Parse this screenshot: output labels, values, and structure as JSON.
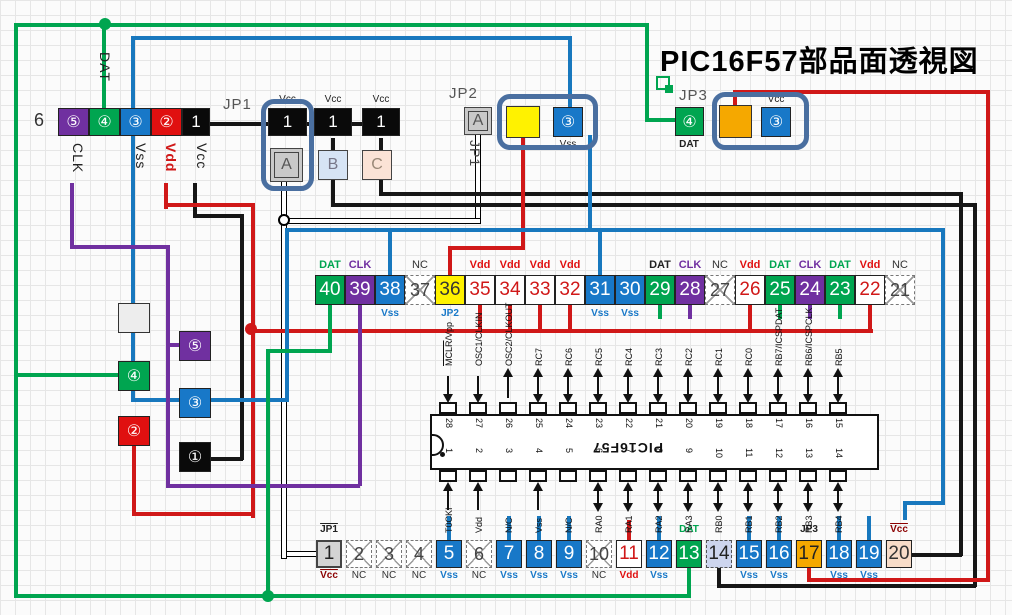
{
  "title": "PIC16F57部品面透視図",
  "connector": {
    "index_label": "6",
    "dat_label": "DAT",
    "pins": [
      {
        "num": "⑤",
        "color": "purple",
        "signal": "CLK"
      },
      {
        "num": "④",
        "color": "green",
        "signal": "DAT"
      },
      {
        "num": "③",
        "color": "blue",
        "signal": "Vss"
      },
      {
        "num": "②",
        "color": "red",
        "signal": "Vdd"
      },
      {
        "num": "1",
        "color": "black",
        "signal": "Vcc"
      }
    ]
  },
  "jp1": {
    "label": "JP1",
    "vcc_labels": [
      "Vcc",
      "Vcc",
      "Vcc"
    ],
    "pin_boxes": [
      "1",
      "1",
      "1"
    ],
    "option_boxes": [
      {
        "label": "A"
      },
      {
        "label": "B"
      },
      {
        "label": "C"
      }
    ]
  },
  "jp2": {
    "label": "JP2",
    "a_box": "A",
    "side_label": "JP1",
    "blue_pin": "③",
    "vss_label": "Vss"
  },
  "jp3": {
    "label": "JP3",
    "green_pin": "④",
    "dat_label": "DAT",
    "blue_pin": "③",
    "vcc_label": "Vcc"
  },
  "left_column": {
    "boxes": [
      {
        "num": "⑤",
        "color": "purple"
      },
      {
        "num": "④",
        "color": "green"
      },
      {
        "num": "③",
        "color": "blue"
      },
      {
        "num": "②",
        "color": "red"
      },
      {
        "num": "①",
        "color": "black"
      }
    ]
  },
  "top_row": {
    "pins": [
      {
        "num": "40",
        "color": "green",
        "top": "DAT",
        "top_color": "green"
      },
      {
        "num": "39",
        "color": "purple",
        "top": "CLK",
        "top_color": "purple"
      },
      {
        "num": "38",
        "color": "blue",
        "bottom": "Vss",
        "bottom_color": "blue"
      },
      {
        "num": "37",
        "color": "nc",
        "top": "NC",
        "top_color": "nc"
      },
      {
        "num": "36",
        "color": "yellow",
        "bottom": "JP2",
        "bottom_color": "blue"
      },
      {
        "num": "35",
        "color": "vdd",
        "top": "Vdd",
        "top_color": "red"
      },
      {
        "num": "34",
        "color": "vdd",
        "top": "Vdd",
        "top_color": "red"
      },
      {
        "num": "33",
        "color": "vdd",
        "top": "Vdd",
        "top_color": "red"
      },
      {
        "num": "32",
        "color": "vdd",
        "top": "Vdd",
        "top_color": "red"
      },
      {
        "num": "31",
        "color": "blue",
        "bottom": "Vss",
        "bottom_color": "blue"
      },
      {
        "num": "30",
        "color": "blue",
        "bottom": "Vss",
        "bottom_color": "blue"
      },
      {
        "num": "29",
        "color": "green",
        "top": "DAT",
        "top_color": "black"
      },
      {
        "num": "28",
        "color": "purple",
        "top": "CLK",
        "top_color": "purple"
      },
      {
        "num": "27",
        "color": "nc",
        "top": "NC",
        "top_color": "nc"
      },
      {
        "num": "26",
        "color": "vdd",
        "top": "Vdd",
        "top_color": "red"
      },
      {
        "num": "25",
        "color": "green",
        "top": "DAT",
        "top_color": "green"
      },
      {
        "num": "24",
        "color": "purple",
        "top": "CLK",
        "top_color": "purple"
      },
      {
        "num": "23",
        "color": "green",
        "top": "DAT",
        "top_color": "green"
      },
      {
        "num": "22",
        "color": "vdd",
        "top": "Vdd",
        "top_color": "red"
      },
      {
        "num": "21",
        "color": "nc",
        "top": "NC",
        "top_color": "nc"
      }
    ]
  },
  "bottom_row": {
    "pins": [
      {
        "num": "1",
        "color": "gray",
        "top": "JP1",
        "top_color": "black",
        "bottom": "Vcc",
        "bottom_color": "darkred",
        "ol": true
      },
      {
        "num": "2",
        "color": "nc",
        "bottom": "NC",
        "bottom_color": "nc"
      },
      {
        "num": "3",
        "color": "nc",
        "bottom": "NC",
        "bottom_color": "nc"
      },
      {
        "num": "4",
        "color": "nc",
        "bottom": "NC",
        "bottom_color": "nc"
      },
      {
        "num": "5",
        "color": "blue",
        "bottom": "Vss",
        "bottom_color": "blue"
      },
      {
        "num": "6",
        "color": "nc",
        "bottom": "NC",
        "bottom_color": "nc"
      },
      {
        "num": "7",
        "color": "blue",
        "bottom": "Vss",
        "bottom_color": "blue"
      },
      {
        "num": "8",
        "color": "blue",
        "bottom": "Vss",
        "bottom_color": "blue"
      },
      {
        "num": "9",
        "color": "blue",
        "bottom": "Vss",
        "bottom_color": "blue"
      },
      {
        "num": "10",
        "color": "nc",
        "bottom": "NC",
        "bottom_color": "nc"
      },
      {
        "num": "11",
        "color": "vdd",
        "bottom": "Vdd",
        "bottom_color": "red"
      },
      {
        "num": "12",
        "color": "blue",
        "bottom": "Vss",
        "bottom_color": "blue"
      },
      {
        "num": "13",
        "color": "green",
        "top": "DAT",
        "top_color": "green"
      },
      {
        "num": "14",
        "color": "lavender"
      },
      {
        "num": "15",
        "color": "blue",
        "bottom": "Vss",
        "bottom_color": "blue"
      },
      {
        "num": "16",
        "color": "blue",
        "bottom": "Vss",
        "bottom_color": "blue"
      },
      {
        "num": "17",
        "color": "amber",
        "top": "JP3",
        "top_color": "black"
      },
      {
        "num": "18",
        "color": "blue",
        "bottom": "Vss",
        "bottom_color": "blue"
      },
      {
        "num": "19",
        "color": "blue",
        "bottom": "Vss",
        "bottom_color": "blue"
      },
      {
        "num": "20",
        "color": "peach",
        "top": "Vcc",
        "top_color": "darkred",
        "ol": true
      }
    ]
  },
  "chip": {
    "name": "PIC16F57",
    "top_pins": [
      {
        "num": "28",
        "label": "MCLR|/Vpp",
        "dir": "in"
      },
      {
        "num": "27",
        "label": "OSC1/CLKIN",
        "dir": "in"
      },
      {
        "num": "26",
        "label": "OSC2/CLKOUT",
        "dir": "out"
      },
      {
        "num": "25",
        "label": "RC7",
        "dir": "bi"
      },
      {
        "num": "24",
        "label": "RC6",
        "dir": "bi"
      },
      {
        "num": "23",
        "label": "RC5",
        "dir": "bi"
      },
      {
        "num": "22",
        "label": "RC4",
        "dir": "bi"
      },
      {
        "num": "21",
        "label": "RC3",
        "dir": "bi"
      },
      {
        "num": "20",
        "label": "RC2",
        "dir": "bi"
      },
      {
        "num": "19",
        "label": "RC1",
        "dir": "bi"
      },
      {
        "num": "18",
        "label": "RC0",
        "dir": "bi"
      },
      {
        "num": "17",
        "label": "RB7/ICSPDAT",
        "dir": "bi"
      },
      {
        "num": "16",
        "label": "RB6/ICSPCLK",
        "dir": "bi"
      },
      {
        "num": "15",
        "label": "RB5",
        "dir": "bi"
      }
    ],
    "bottom_pins": [
      {
        "num": "1",
        "label": "T0CKI",
        "dir": "in"
      },
      {
        "num": "2",
        "label": "Vdd",
        "dir": "in"
      },
      {
        "num": "3",
        "label": "N/C",
        "dir": "none"
      },
      {
        "num": "4",
        "label": "Vss",
        "dir": "in"
      },
      {
        "num": "5",
        "label": "N/C",
        "dir": "none"
      },
      {
        "num": "6",
        "label": "RA0",
        "dir": "bi"
      },
      {
        "num": "7",
        "label": "RA1",
        "dir": "bi"
      },
      {
        "num": "8",
        "label": "RA2",
        "dir": "bi"
      },
      {
        "num": "9",
        "label": "RA3",
        "dir": "bi"
      },
      {
        "num": "10",
        "label": "RB0",
        "dir": "bi"
      },
      {
        "num": "11",
        "label": "RB1",
        "dir": "bi"
      },
      {
        "num": "12",
        "label": "RB2",
        "dir": "bi"
      },
      {
        "num": "13",
        "label": "RB3",
        "dir": "bi"
      },
      {
        "num": "14",
        "label": "RB4",
        "dir": "bi"
      }
    ]
  },
  "colors": {
    "green": "#00A550",
    "purple": "#7030A0",
    "blue": "#1878BE",
    "red": "#D01818",
    "yellow": "#FFF200",
    "amber": "#F5A800",
    "peach": "#F8DCC8",
    "lavender": "#CDD5EE",
    "highlight": "#4A6FA0"
  }
}
